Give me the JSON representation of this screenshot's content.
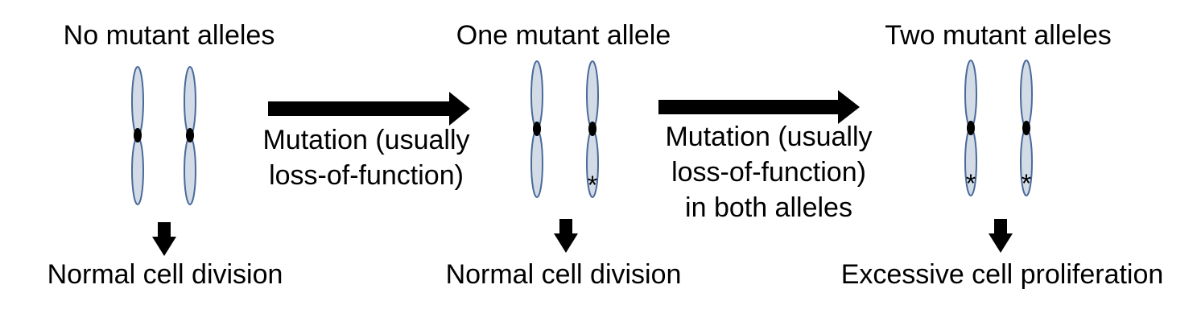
{
  "stages": [
    {
      "title": "No mutant alleles",
      "outcome": "Normal cell division"
    },
    {
      "title": "One mutant allele",
      "outcome": "Normal cell division"
    },
    {
      "title": "Two mutant alleles",
      "outcome": "Excessive cell proliferation"
    }
  ],
  "transitions": [
    {
      "line1": "Mutation (usually",
      "line2": "loss-of-function)",
      "line3": ""
    },
    {
      "line1": "Mutation (usually",
      "line2": "loss-of-function)",
      "line3": "in both alleles"
    }
  ],
  "mutation_marker": "*",
  "colors": {
    "chromosome_fill": "#d3dbe6",
    "chromosome_stroke": "#4a6a9c",
    "arrow": "#000000"
  }
}
